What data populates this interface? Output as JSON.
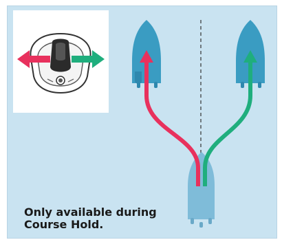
{
  "caption": {
    "line1": "Only available during",
    "line2": "Course Hold."
  },
  "colors": {
    "panel_background": "#c9e3f1",
    "boat_dark": "#3a9cc2",
    "boat_light": "#7fbcd9",
    "left_arrow": "#e8315d",
    "right_arrow": "#1fae7d",
    "center_line": "#333333"
  },
  "inset": {
    "description_icon": "steering-switch-icon",
    "left_arrow_color": "#e8315d",
    "right_arrow_color": "#1fae7d"
  },
  "directions": [
    "left",
    "right"
  ]
}
